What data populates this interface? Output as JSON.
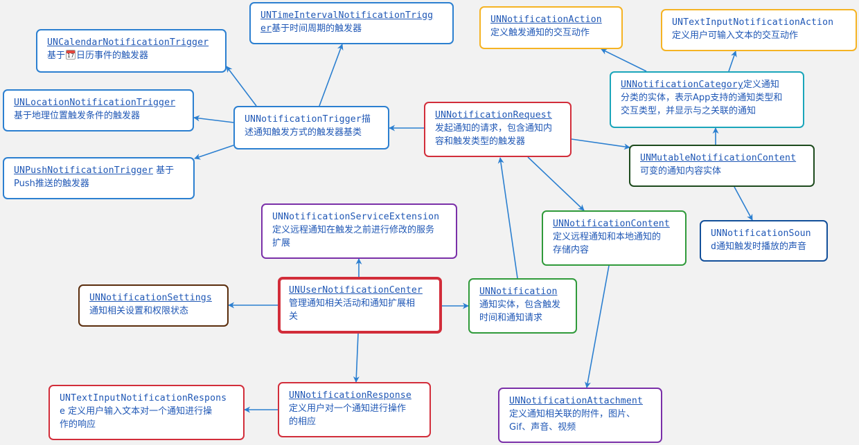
{
  "colors": {
    "blue": "#2b7fd0",
    "orange": "#f5b323",
    "teal": "#1aa5ba",
    "dark_green": "#1d4a1d",
    "green": "#2f9a3a",
    "navy": "#124f9a",
    "purple": "#7a2fa8",
    "brown": "#5a2d0c",
    "red": "#d22d3a",
    "arrow": "#2b7fd0"
  },
  "nodes": {
    "time_trigger": {
      "title": "UNTimeIntervalNotificationTrigg",
      "title2": "er",
      "desc": "基于时间周期的触发器"
    },
    "calendar_trigger": {
      "title": "UNCalendarNotificationTrigger",
      "desc_a": "基于",
      "icon": "calendar-icon",
      "desc_b": "日历事件的触发器"
    },
    "location_trigger": {
      "title": "UNLocationNotificationTrigger",
      "desc": "基于地理位置触发条件的触发器"
    },
    "push_trigger": {
      "title": "UNPushNotificationTrigger",
      "desc_a": " 基于",
      "desc_b": "Push推送的触发器"
    },
    "notification_trigger": {
      "title": "UNNotificationTrigger",
      "desc_a": "描",
      "desc_b": "述通知触发方式的触发器基类"
    },
    "notification_request": {
      "title": "UNNotificationRequest",
      "desc_a": "发起通知的请求，包含通知内",
      "desc_b": "容和触发类型的触发器"
    },
    "notification_action": {
      "title": "UNNotificationAction",
      "desc": "定义触发通知的交互动作"
    },
    "text_input_action": {
      "title": "UNTextInputNotificationAction",
      "desc": "定义用户可输入文本的交互动作"
    },
    "notification_category": {
      "title": "UNNotificationCategory",
      "desc_a": "定义通知",
      "desc_b": "分类的实体，表示App支持的通知类型和",
      "desc_c": "交互类型，并显示与之关联的通知"
    },
    "mutable_content": {
      "title": "UNMutableNotificationContent",
      "desc": "可变的通知内容实体"
    },
    "notification_sound": {
      "title": "UNNotificationSoun",
      "title2": "d",
      "desc": "通知触发时播放的声音"
    },
    "notification_content": {
      "title": "UNNotificationContent",
      "desc_a": "定义远程通知和本地通知的",
      "desc_b": "存储内容"
    },
    "service_extension": {
      "title": "UNNotificationServiceExtension",
      "desc_a": "定义远程通知在触发之前进行修改的服务",
      "desc_b": "扩展"
    },
    "notification_settings": {
      "title": "UNNotificationSettings",
      "desc": "通知相关设置和权限状态"
    },
    "user_notification_center": {
      "title": "UNUserNotificationCenter",
      "desc_a": "管理通知相关活动和通知扩展相",
      "desc_b": "关"
    },
    "notification": {
      "title": "UNNotification",
      "desc_a": "通知实体，包含触发",
      "desc_b": "时间和通知请求"
    },
    "notification_attachment": {
      "title": "UNNotificationAttachment",
      "desc_a": "定义通知相关联的附件，图片、",
      "desc_b": "Gif、声音、视频"
    },
    "text_input_response": {
      "title": "UNTextInputNotificationRespons",
      "title2": "e",
      "desc_a": " 定义用户输入文本对一个通知进行操",
      "desc_b": "作的响应"
    },
    "notification_response": {
      "title": "UNNotificationResponse",
      "desc_a": "定义用户对一个通知进行操作",
      "desc_b": "的相应"
    }
  }
}
